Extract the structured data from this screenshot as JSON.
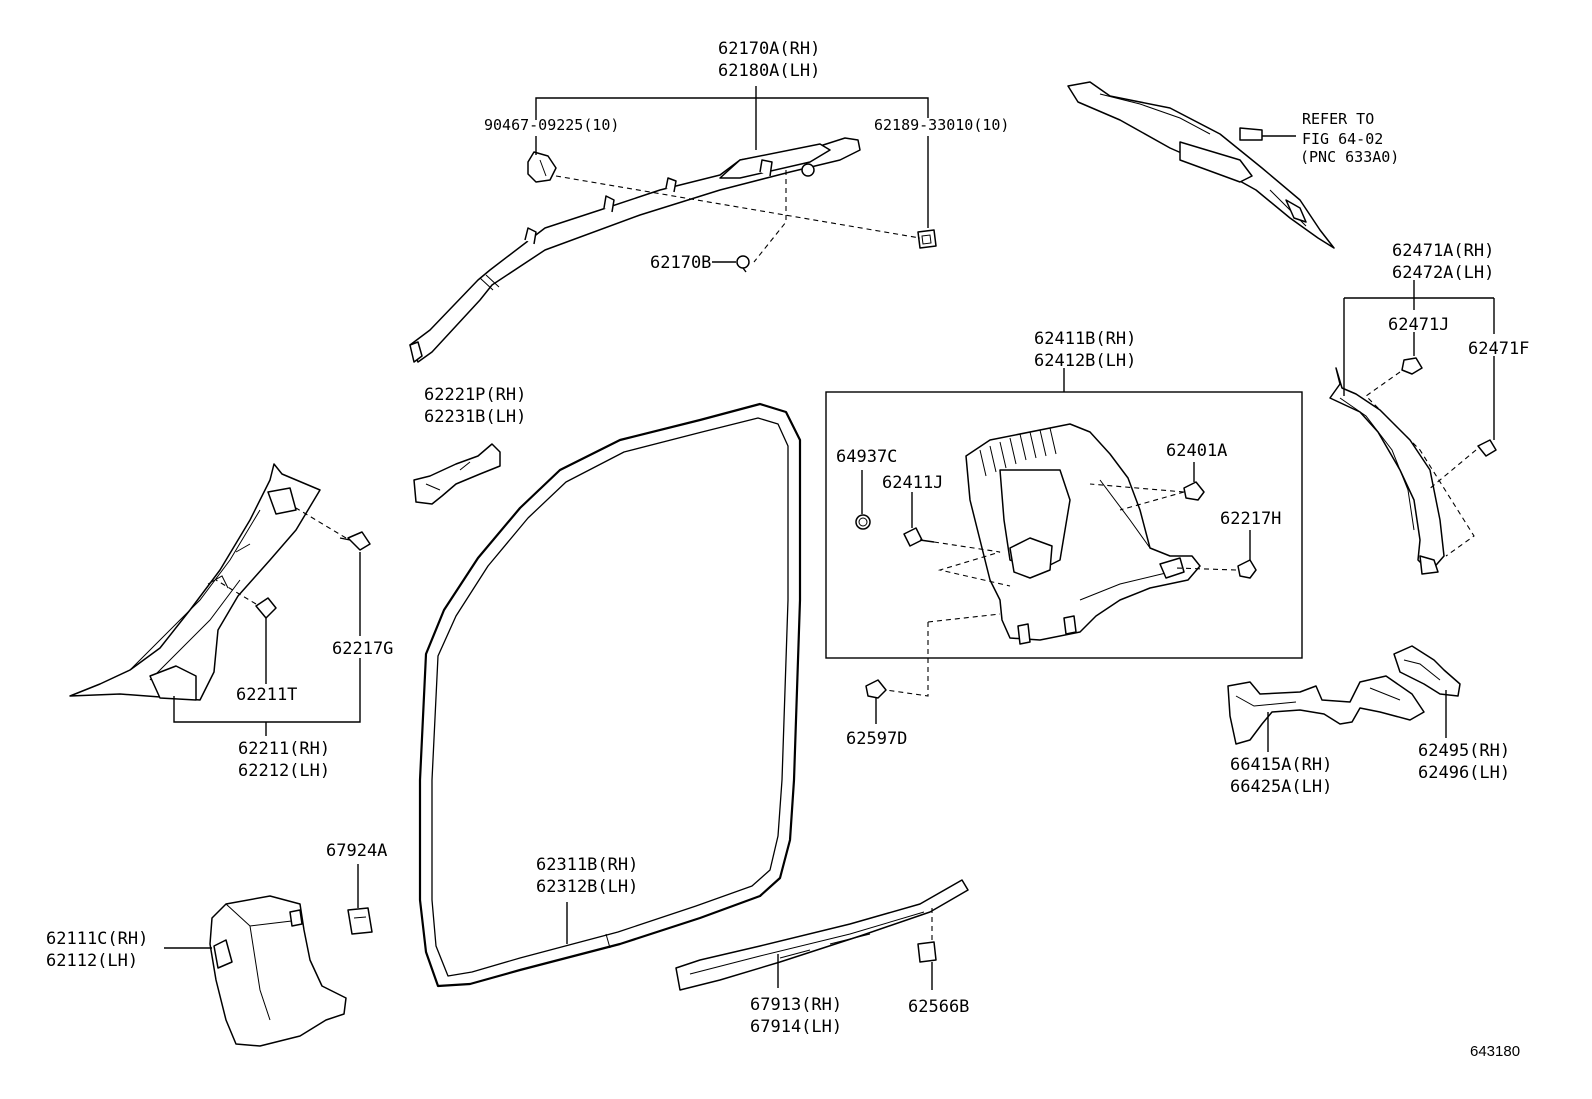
{
  "labels": {
    "l1": "62170A(RH)",
    "l2": "62180A(LH)",
    "l3": "90467-09225(10)",
    "l4": "62189-33010(10)",
    "l5": "62170B",
    "l6": "REFER TO",
    "l7": "FIG 64-02",
    "l8": "(PNC 633A0)",
    "l9": "62471A(RH)",
    "l10": "62472A(LH)",
    "l11": "62471J",
    "l12": "62471F",
    "l13": "62411B(RH)",
    "l14": "62412B(LH)",
    "l15": "62221P(RH)",
    "l16": "62231B(LH)",
    "l17": "64937C",
    "l18": "62411J",
    "l19": "62401A",
    "l20": "62217H",
    "l21": "62217G",
    "l22": "62211T",
    "l23": "62211(RH)",
    "l24": "62212(LH)",
    "l25": "62597D",
    "l26": "66415A(RH)",
    "l27": "66425A(LH)",
    "l28": "62495(RH)",
    "l29": "62496(LH)",
    "l30": "67924A",
    "l31": "62311B(RH)",
    "l32": "62312B(LH)",
    "l33": "62111C(RH)",
    "l34": "62112(LH)",
    "l35": "67913(RH)",
    "l36": "67914(LH)",
    "l37": "62566B",
    "figure_number": "643180"
  }
}
